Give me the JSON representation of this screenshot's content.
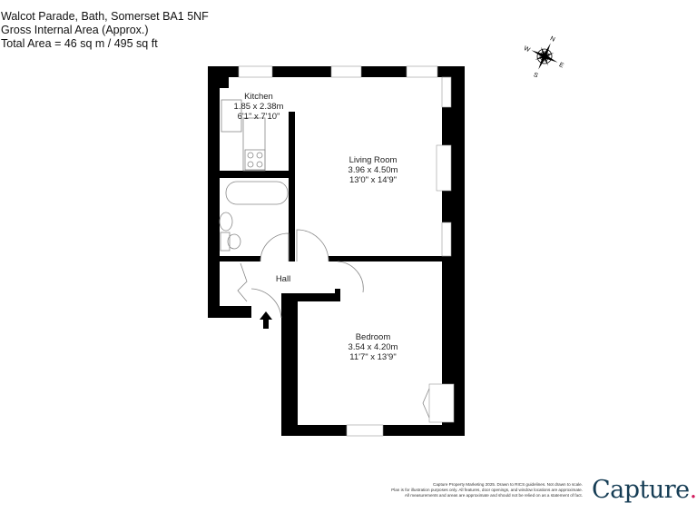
{
  "header": {
    "address": "Walcot Parade, Bath, Somerset  BA1 5NF",
    "area_type": "Gross Internal Area (Approx.)",
    "total_area": "Total Area = 46 sq m / 495 sq ft"
  },
  "compass": {
    "icon": "compass-rose-icon",
    "labels": [
      "N",
      "E",
      "S",
      "W"
    ]
  },
  "rooms": [
    {
      "name": "Kitchen",
      "metric": "1.85 x 2.38m",
      "imperial": "6'1\" x 7'10\""
    },
    {
      "name": "Living Room",
      "metric": "3.96 x 4.50m",
      "imperial": "13'0\" x 14'9\""
    },
    {
      "name": "Hall"
    },
    {
      "name": "Bedroom",
      "metric": "3.54 x 4.20m",
      "imperial": "11'7\" x 13'9\""
    }
  ],
  "footer": {
    "disclaimer": [
      "Capture Property Marketing 2025. Drawn to RICS guidelines.  Not drawn to scale.",
      "Plan is for illustration purposes only. All features, door openings, and window locations are approximate.",
      "All measurements and areas are approximate and should not be relied on as a statement of fact."
    ],
    "brand": "Capture",
    "brand_dot": "."
  },
  "colors": {
    "wall": "#000000",
    "brand": "#163d55",
    "brand_dot": "#d11a5c"
  }
}
